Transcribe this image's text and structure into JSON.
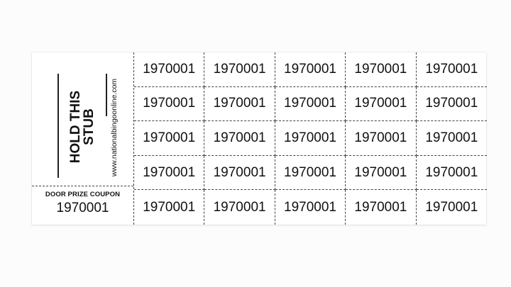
{
  "stub": {
    "title_line1": "HOLD THIS",
    "title_line2": "STUB",
    "website": "www.nationalbingoonline.com"
  },
  "coupon": {
    "label": "DOOR PRIZE COUPON",
    "number": "1970001"
  },
  "tickets": {
    "rows": [
      [
        "1970001",
        "1970001",
        "1970001",
        "1970001",
        "1970001"
      ],
      [
        "1970001",
        "1970001",
        "1970001",
        "1970001",
        "1970001"
      ],
      [
        "1970001",
        "1970001",
        "1970001",
        "1970001",
        "1970001"
      ],
      [
        "1970001",
        "1970001",
        "1970001",
        "1970001",
        "1970001"
      ],
      [
        "1970001",
        "1970001",
        "1970001",
        "1970001",
        "1970001"
      ]
    ]
  }
}
